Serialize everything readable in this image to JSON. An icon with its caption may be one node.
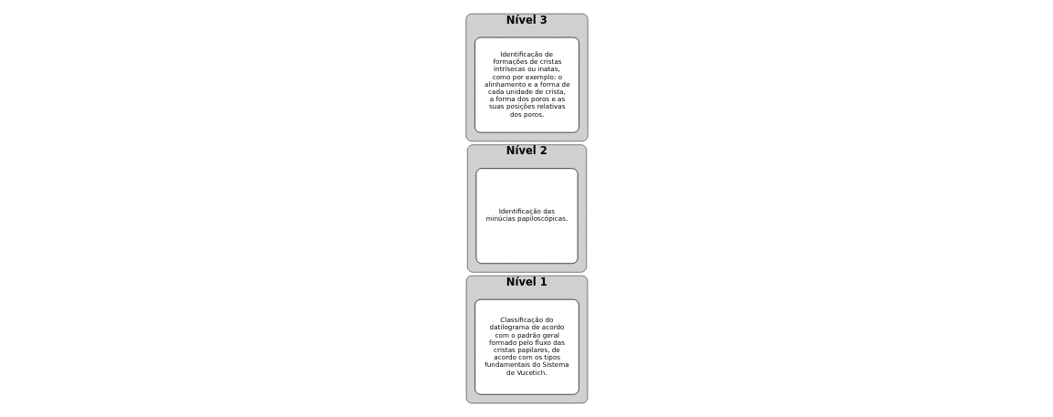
{
  "diagram": {
    "nodes": [
      {
        "text": [
          "Nível 1"
        ]
      },
      {
        "text": [
          "Classificação do datilograma de acordo com o padrão geral formado pelo fluxo das cristas papilares, de acordo com os tipos fundamentais do Sistema de Vucetich."
        ],
        "in": 0
      },
      {
        "text": [
          "Nível 2"
        ]
      },
      {
        "text": [
          "Identificação das minúcias papiloscópicas."
        ],
        "in": 2
      },
      {
        "text": [
          "Nível 3"
        ]
      },
      {
        "text": [
          "Identificação de formações de cristas intrísecas ou inatas, como por exemplo: o alinhamento e a forma de cada unidade de crista, a forma dos poros e as suas posições relativas dos poros."
        ],
        "in": 4
      }
    ]
  }
}
